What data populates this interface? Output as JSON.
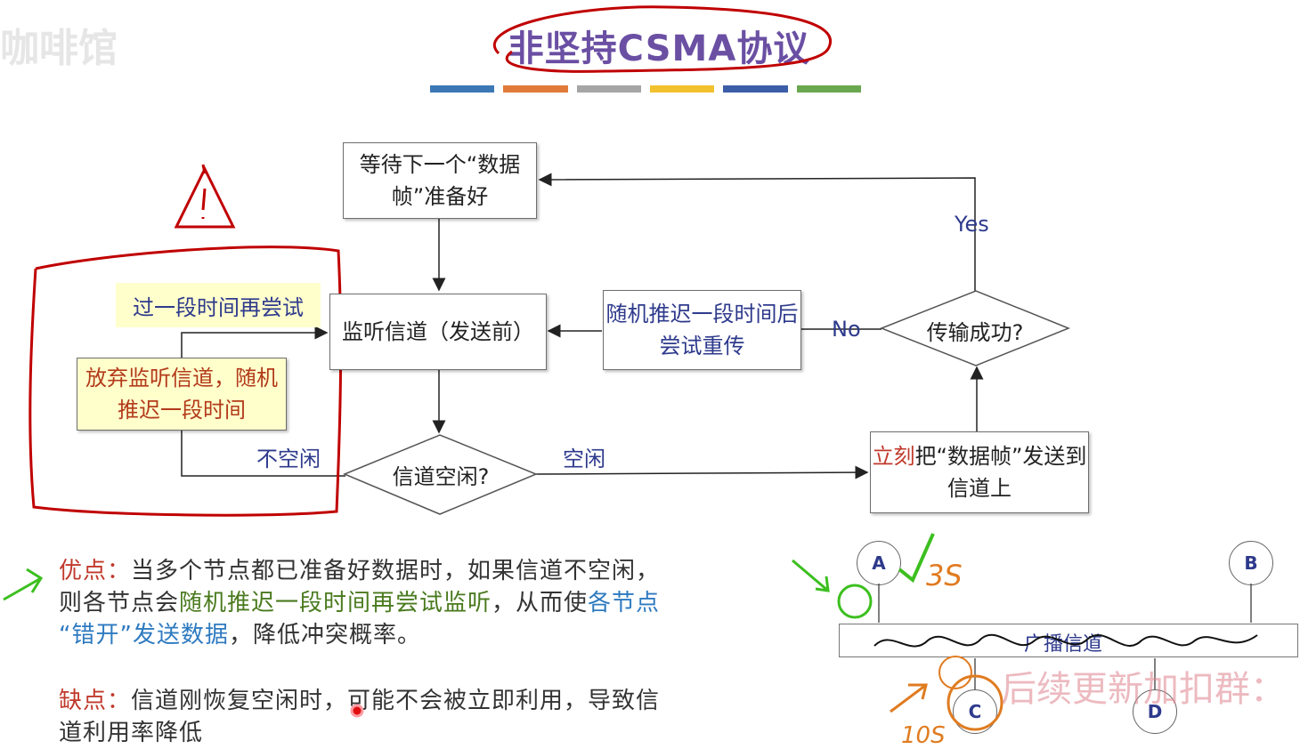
{
  "title": "非坚持CSMA协议",
  "colors": {
    "bars": [
      "#3c78b5",
      "#e07b39",
      "#a5a5a5",
      "#f2c12e",
      "#3c5ea8",
      "#6aa84f"
    ],
    "accent": "#6a4fa3",
    "red_ink": "#c00000"
  },
  "watermark_top": "咖啡馆",
  "flow": {
    "wait": "等待下一个“数据帧”准备好",
    "listen": "监听信道（发送前）",
    "retry_later": "过一段时间再尝试",
    "give_up": "放弃监听信道，随机推迟一段时间",
    "idle_check": "信道空闲?",
    "not_idle": "不空闲",
    "idle": "空闲",
    "send_now": "立刻把“数据帧”发送到信道上",
    "send_now_highlight": "立刻",
    "send_now_rest": "把“数据帧”发送到信道上",
    "success_check": "传输成功?",
    "yes": "Yes",
    "no": "No",
    "backoff": "随机推迟一段时间后尝试重传"
  },
  "pros": {
    "label": "优点：",
    "t1": "当多个节点都已准备好数据时，如果信道不空闲，",
    "t2": "则各节点会",
    "t3": "随机推迟一段时间再尝试监听",
    "t4": "，从而使",
    "t5": "各节点",
    "t6": "“错开”发送数据",
    "t7": "，降低冲突概率。"
  },
  "cons": {
    "label": "缺点：",
    "t1": "信道刚恢复空闲时，可能不会被立即利用，导致信",
    "t2": "道利用率降低"
  },
  "network": {
    "nodes": [
      "A",
      "B",
      "C",
      "D"
    ],
    "channel_label": "广播信道",
    "annot_3s": "3S",
    "annot_10s": "10S"
  },
  "watermark_bottom": "后续更新加扣群："
}
